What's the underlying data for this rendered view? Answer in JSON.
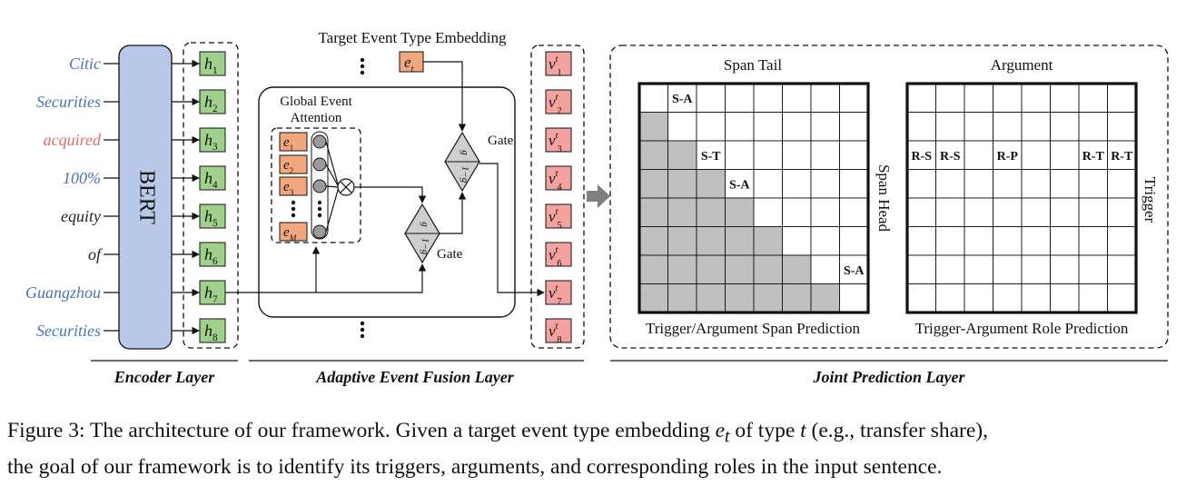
{
  "tokens": [
    {
      "text": "Citic",
      "color": "#4a72b8"
    },
    {
      "text": "Securities",
      "color": "#4a72b8"
    },
    {
      "text": "acquired",
      "color": "#e06b6b"
    },
    {
      "text": "100%",
      "color": "#4a72b8"
    },
    {
      "text": "equity",
      "color": "#222222"
    },
    {
      "text": "of",
      "color": "#222222"
    },
    {
      "text": "Guangzhou",
      "color": "#4a72b8"
    },
    {
      "text": "Securities",
      "color": "#4a72b8"
    }
  ],
  "encoder": {
    "bert_label": "BERT",
    "hidden": [
      "1",
      "2",
      "3",
      "4",
      "5",
      "6",
      "7",
      "8"
    ],
    "layer_label": "Encoder Layer"
  },
  "fusion": {
    "target_label": "Target Event Type Embedding",
    "target_sub": "t",
    "gea_line1": "Global Event",
    "gea_line2": "Attention",
    "event_subs": [
      "1",
      "2",
      "3",
      "",
      "M"
    ],
    "gate_label": "Gate",
    "gate_top": "g",
    "gate_bottom": "1−g",
    "outputs": [
      "1",
      "2",
      "3",
      "4",
      "5",
      "6",
      "7",
      "8"
    ],
    "layer_label": "Adaptive Event Fusion Layer"
  },
  "prediction": {
    "span_header": "Span Tail",
    "span_side": "Span Head",
    "span_caption": "Trigger/Argument Span Prediction",
    "span_labels": [
      {
        "row": 0,
        "col": 1,
        "text": "S-A"
      },
      {
        "row": 2,
        "col": 2,
        "text": "S-T"
      },
      {
        "row": 3,
        "col": 3,
        "text": "S-A"
      },
      {
        "row": 6,
        "col": 7,
        "text": "S-A"
      }
    ],
    "role_header": "Argument",
    "role_side": "Trigger",
    "role_caption": "Trigger-Argument Role Prediction",
    "role_labels": [
      {
        "row": 2,
        "col": 0,
        "text": "R-S"
      },
      {
        "row": 2,
        "col": 1,
        "text": "R-S"
      },
      {
        "row": 2,
        "col": 3,
        "text": "R-P"
      },
      {
        "row": 2,
        "col": 6,
        "text": "R-T"
      },
      {
        "row": 2,
        "col": 7,
        "text": "R-T"
      }
    ],
    "layer_label": "Joint Prediction Layer"
  },
  "caption": {
    "part1": "Figure 3: The architecture of our framework. Given a target event type embedding ",
    "math_e": "e",
    "math_sub": "t",
    "part2": " of type ",
    "math_t": "t",
    "part3": " (e.g., transfer share),",
    "line2": "the goal of our framework is to identify its triggers, arguments, and corresponding roles in the input sentence."
  },
  "colors": {
    "bert_fill": "#b7c9e6",
    "hidden_fill": "#9fd18c",
    "output_fill": "#f4a2a0",
    "event_fill": "#f3a77f",
    "gate_fill": "#cfcfcf",
    "shade": "#c0c0c0",
    "ink": "#111111"
  }
}
